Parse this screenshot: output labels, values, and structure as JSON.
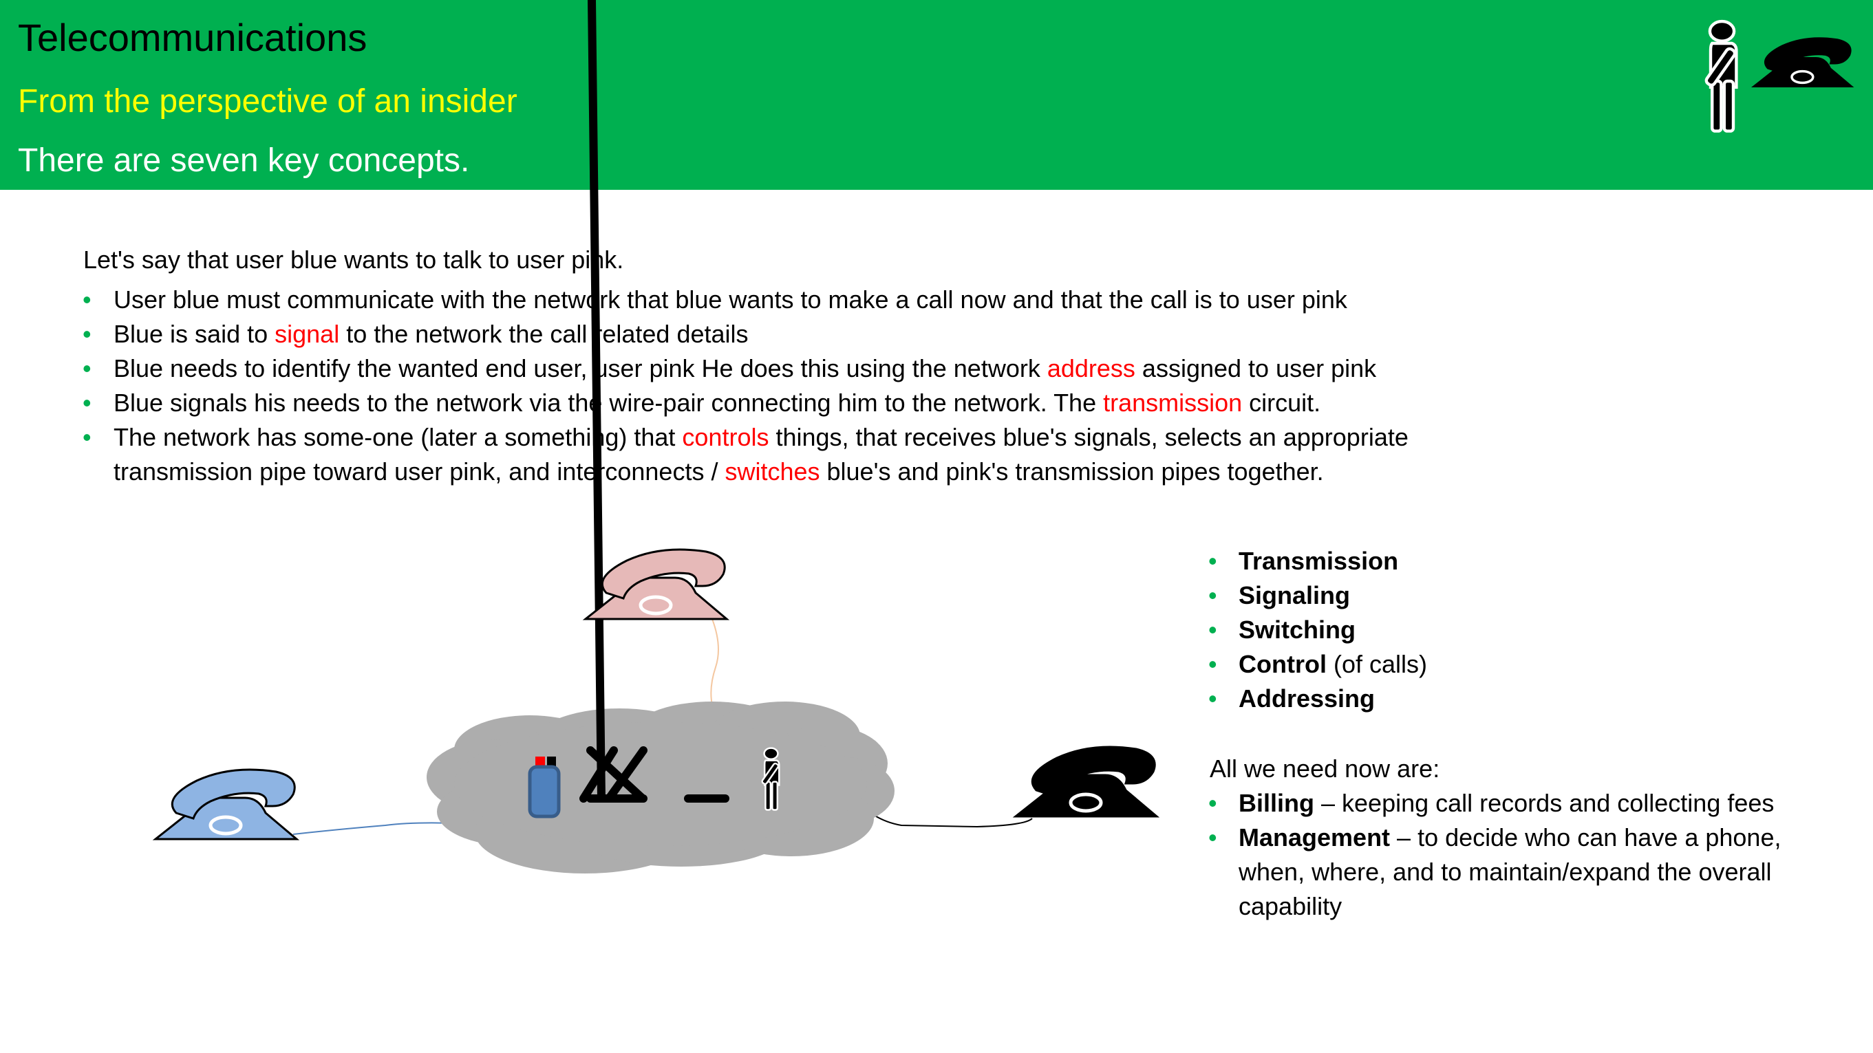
{
  "header": {
    "title": "Telecommunications",
    "subtitle": "From the perspective of an insider",
    "line": "There are seven key concepts."
  },
  "intro": "Let's say that user blue wants to talk to user pink.",
  "bullets": [
    {
      "a": "User blue must communicate with the network that blue wants to make a call now and that the call is to user pink"
    },
    {
      "a": "Blue is said to ",
      "k": "signal",
      "b": " to the network the call related details"
    },
    {
      "a": "Blue needs to identify the wanted end user, user pink He does this using the network ",
      "k": "address",
      "b": " assigned to user pink"
    },
    {
      "a": "Blue signals his needs to the network via the wire-pair connecting him to the network. The ",
      "k": "transmission",
      "b": " circuit."
    },
    {
      "a": "The network has some-one (later a something) that ",
      "k": "controls",
      "b": " things, that receives blue's signals, selects an appropriate"
    },
    {
      "a": "transmission pipe toward user pink, and interconnects / ",
      "k": "switches",
      "b": " blue's and pink's transmission pipes together."
    }
  ],
  "concepts": [
    "Transmission",
    "Signaling",
    "Switching",
    "Control",
    "Addressing"
  ],
  "control_suffix": " (of calls)",
  "need_heading": "All we need now are:",
  "needs": [
    {
      "k": "Billing",
      "t": " – keeping call records and collecting fees"
    },
    {
      "k": "Management",
      "t": " – to decide who can have a phone,"
    }
  ],
  "needs_cont": [
    "when, where, and to maintain/expand the overall",
    "capability"
  ],
  "colors": {
    "header": "#00b050",
    "subtitle": "#ffff00",
    "keyword": "#ff0000",
    "blue_phone": "#8eb4e3",
    "pink_phone": "#e6b9b8",
    "cloud": "#adadad"
  }
}
